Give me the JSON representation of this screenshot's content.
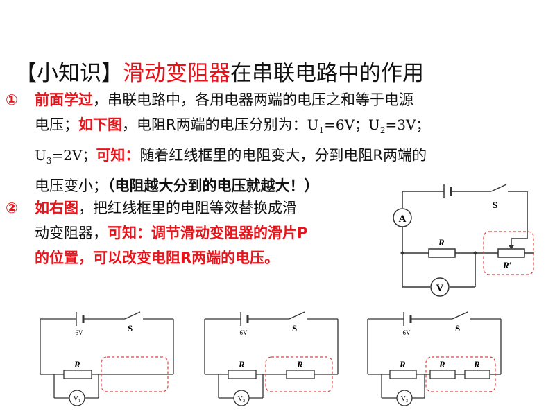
{
  "title": {
    "bracket_open": "【小知识】",
    "highlight": "滑动变阻器",
    "rest": "在串联电路中的作用"
  },
  "p1": {
    "num": "①",
    "lead": "前面学过",
    "l1": "，串联电路中，各用电器两端的电压之和等于电源",
    "l2a": "电压；",
    "l2b": "如下图",
    "l2c": "，电阻R两端的电压分别为：",
    "u1": "U",
    "u1sub": "1",
    "u1val": "=6V；",
    "u2": "U",
    "u2sub": "2",
    "u2val": "=3V；",
    "u3": "U",
    "u3sub": "3",
    "u3val": "=2V；",
    "known": "可知：",
    "l3": "随着红线框里的电阻变大，分到电阻R两端的",
    "l4": "电压变小；",
    "note": "（电阻越大分到的电压就越大！）"
  },
  "p2": {
    "num": "②",
    "lead": "如右图",
    "l1": "，把红线框里的电阻等效替换成滑",
    "l2a": "动变阻器，",
    "l2b": "可知：调节滑动变阻器的滑片P",
    "l3": "的位置，可以改变电阻R两端的电压。"
  },
  "right_circuit": {
    "ammeter": "A",
    "voltmeter": "V",
    "switch": "S",
    "resistor": "R",
    "rheostat": "R′"
  },
  "circuits": [
    {
      "voltage": "6V",
      "switch": "S",
      "resistor": "R",
      "meter": "V₁",
      "extra": []
    },
    {
      "voltage": "6V",
      "switch": "S",
      "resistor": "R",
      "meter": "V₂",
      "extra": [
        "R"
      ]
    },
    {
      "voltage": "6V",
      "switch": "S",
      "resistor": "R",
      "meter": "V₃",
      "extra": [
        "R",
        "R"
      ]
    }
  ],
  "colors": {
    "red": "#e8141b",
    "dash": "#e04040"
  }
}
